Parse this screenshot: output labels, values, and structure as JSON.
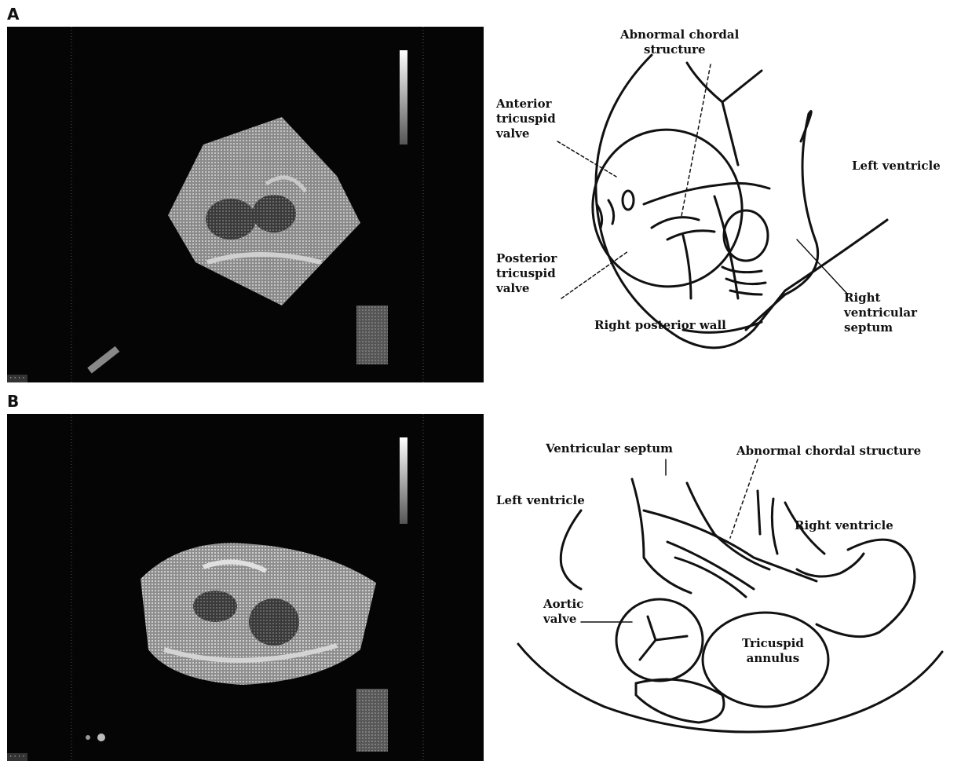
{
  "panels": [
    {
      "letter": "A",
      "labels": {
        "abnormal_chordal_line1": "Abnormal chordal",
        "abnormal_chordal_line2": "structure",
        "anterior_1": "Anterior",
        "anterior_2": "tricuspid",
        "anterior_3": "valve",
        "left_ventricle": "Left ventricle",
        "posterior_1": "Posterior",
        "posterior_2": "tricuspid",
        "posterior_3": "valve",
        "right_posterior_wall": "Right posterior wall",
        "rv_septum_1": "Right",
        "rv_septum_2": "ventricular",
        "rv_septum_3": "septum"
      }
    },
    {
      "letter": "B",
      "labels": {
        "ventricular_septum": "Ventricular septum",
        "abnormal_chordal": "Abnormal chordal structure",
        "left_ventricle": "Left ventricle",
        "right_ventricle": "Right ventricle",
        "aortic_1": "Aortic",
        "aortic_2": "valve",
        "tricuspid_1": "Tricuspid",
        "tricuspid_2": "annulus"
      }
    }
  ],
  "colors": {
    "echo_background": "#050505",
    "tissue": "#9a9a9a",
    "line": "#111111"
  }
}
